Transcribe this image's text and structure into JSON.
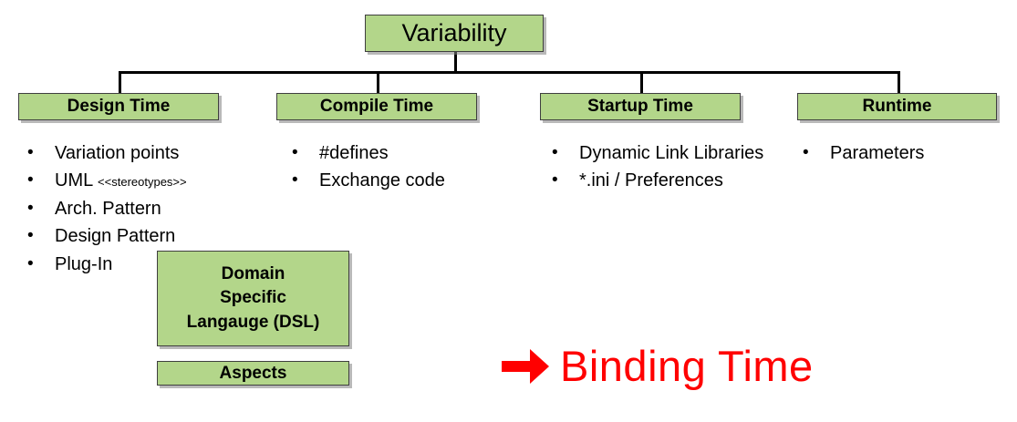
{
  "diagram": {
    "root": {
      "label": "Variability"
    },
    "categories": [
      {
        "label": "Design Time",
        "items": [
          {
            "text": "Variation points",
            "note": ""
          },
          {
            "text": "UML ",
            "note": "<<stereotypes>>"
          },
          {
            "text": "Arch. Pattern",
            "note": ""
          },
          {
            "text": "Design Pattern",
            "note": ""
          },
          {
            "text": "Plug-In",
            "note": ""
          }
        ]
      },
      {
        "label": "Compile Time",
        "items": [
          {
            "text": "#defines",
            "note": ""
          },
          {
            "text": "Exchange code",
            "note": ""
          }
        ]
      },
      {
        "label": "Startup Time",
        "items": [
          {
            "text": "Dynamic Link Libraries",
            "note": ""
          },
          {
            "text": "*.ini / Preferences",
            "note": ""
          }
        ]
      },
      {
        "label": "Runtime",
        "items": [
          {
            "text": "Parameters",
            "note": ""
          }
        ]
      }
    ],
    "extra_boxes": [
      {
        "line1": "Domain",
        "line2": "Specific",
        "line3": "Langauge (DSL)"
      },
      {
        "line1": "Aspects"
      }
    ],
    "callout": {
      "arrow_icon": "right-arrow-icon",
      "label": "Binding Time"
    },
    "bullet_glyph": "•",
    "colors": {
      "box_fill": "#b3d68a",
      "box_border": "#3f3f3f",
      "line": "#000000",
      "callout": "#ff0000",
      "text": "#000000",
      "background": "#ffffff"
    }
  }
}
